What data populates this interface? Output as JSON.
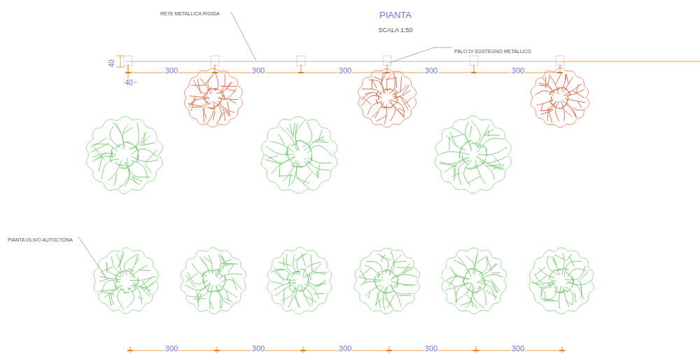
{
  "diagram": {
    "title": "PIANTA",
    "labels": [
      "SCALA 1:50",
      "RETE METALLICA RIGIDA",
      "PALO DI SOSTEGNO METALLICO",
      "40",
      "40",
      "300",
      "300",
      "300",
      "300",
      "300",
      "PIANTA OLIVO AUTOCTONA",
      "300",
      "300",
      "300",
      "300",
      "300"
    ]
  }
}
